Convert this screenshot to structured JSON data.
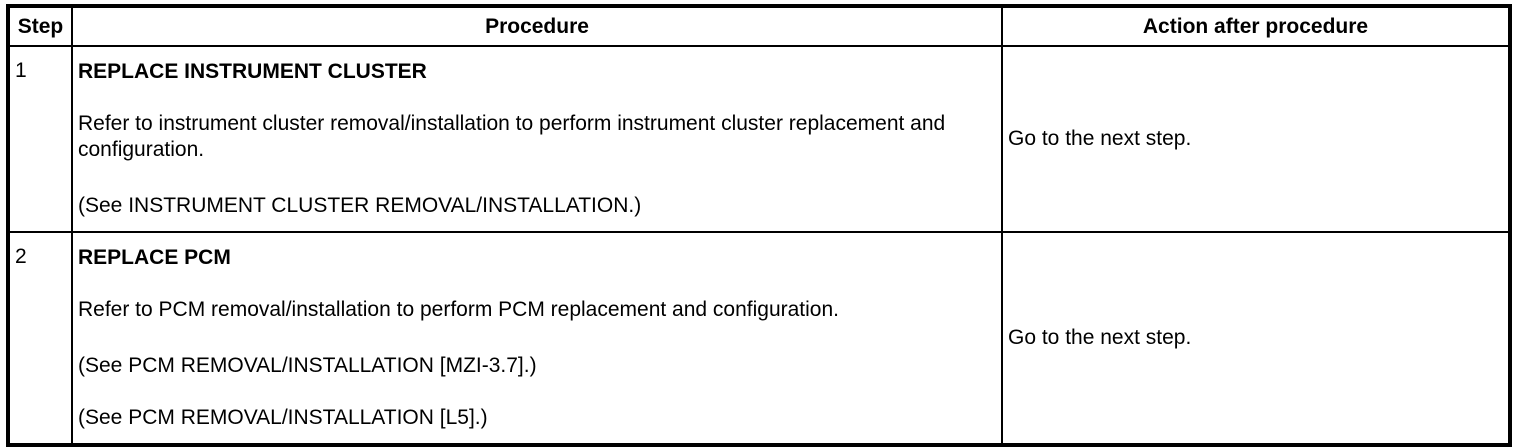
{
  "colors": {
    "border": "#000000",
    "background": "#ffffff",
    "text": "#000000"
  },
  "table": {
    "headers": {
      "step": "Step",
      "procedure": "Procedure",
      "action": "Action after procedure"
    },
    "rows": [
      {
        "step": "1",
        "title": "REPLACE INSTRUMENT CLUSTER",
        "body": "Refer to instrument cluster removal/installation to perform instrument cluster replacement and configuration.",
        "refs": [
          "(See INSTRUMENT CLUSTER REMOVAL/INSTALLATION.)"
        ],
        "action": "Go to the next step."
      },
      {
        "step": "2",
        "title": "REPLACE PCM",
        "body": "Refer to PCM removal/installation to perform PCM replacement and configuration.",
        "refs": [
          "(See PCM REMOVAL/INSTALLATION [MZI-3.7].)",
          "(See PCM REMOVAL/INSTALLATION [L5].)"
        ],
        "action": "Go to the next step."
      }
    ]
  }
}
